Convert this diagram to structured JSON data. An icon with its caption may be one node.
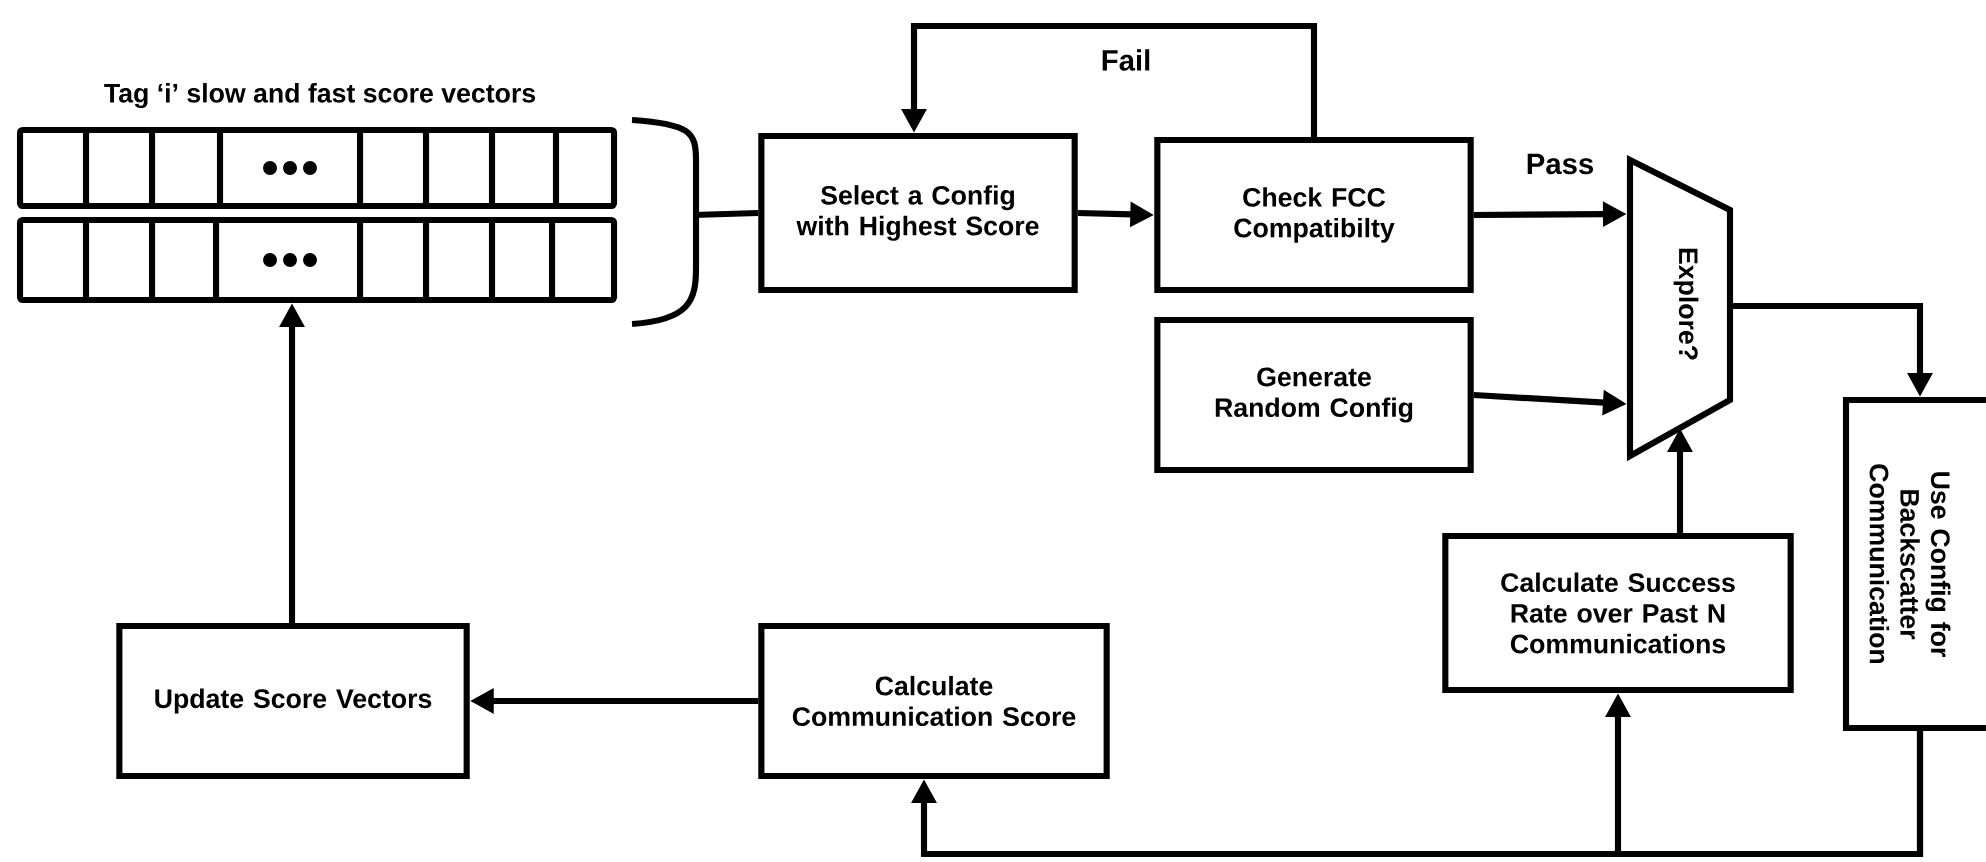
{
  "diagram": {
    "nodes": [
      {
        "text": [
          "Tag ‘i’ slow and fast score vectors"
        ]
      },
      {
        "text": [
          "Select a Config with Highest Score"
        ]
      },
      {
        "text": [
          "Check FCC Compatibilty"
        ]
      },
      {
        "text": [
          "Explore?"
        ]
      },
      {
        "text": [
          "Generate Random Config"
        ]
      },
      {
        "text": [
          "Use Config for Backscatter Communication"
        ]
      },
      {
        "text": [
          "Calculate Success Rate over Past N Communications"
        ]
      },
      {
        "text": [
          "Calculate Communication Score"
        ]
      },
      {
        "text": [
          "Update Score Vectors"
        ]
      }
    ],
    "edges": [
      {
        "from": 0,
        "to": 1,
        "arrow": "none"
      },
      {
        "from": 1,
        "to": 2,
        "arrow": "to"
      },
      {
        "from": 2,
        "to": 1,
        "arrow": "to",
        "label": "Fail"
      },
      {
        "from": 2,
        "to": 3,
        "arrow": "to",
        "label": "Pass"
      },
      {
        "from": 4,
        "to": 3,
        "arrow": "to"
      },
      {
        "from": 3,
        "to": 5,
        "arrow": "to"
      },
      {
        "from": 5,
        "to": 6,
        "arrow": "to"
      },
      {
        "from": 5,
        "to": 7,
        "arrow": "to"
      },
      {
        "from": 6,
        "to": 3,
        "arrow": "to"
      },
      {
        "from": 7,
        "to": 8,
        "arrow": "to"
      },
      {
        "from": 8,
        "to": 0,
        "arrow": "to"
      }
    ]
  }
}
